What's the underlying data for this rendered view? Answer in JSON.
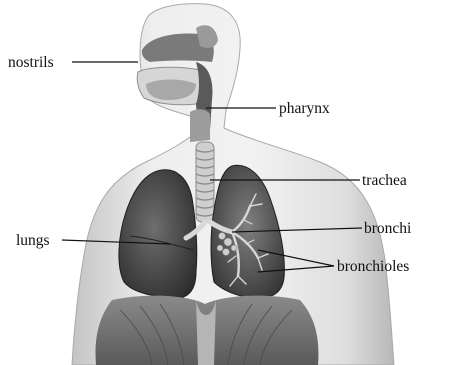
{
  "diagram": {
    "labels": {
      "nostrils": "nostrils",
      "pharynx": "pharynx",
      "trachea": "trachea",
      "lungs": "lungs",
      "bronchi": "bronchi",
      "bronchioles": "bronchioles"
    }
  },
  "colors": {
    "skin_light": "#e9e9e9",
    "skin_shade": "#bdbdbd",
    "organ_dark": "#3f3f3f",
    "organ_mid": "#6a6a6a",
    "muscle": "#8c8c8c",
    "line": "#111111"
  }
}
